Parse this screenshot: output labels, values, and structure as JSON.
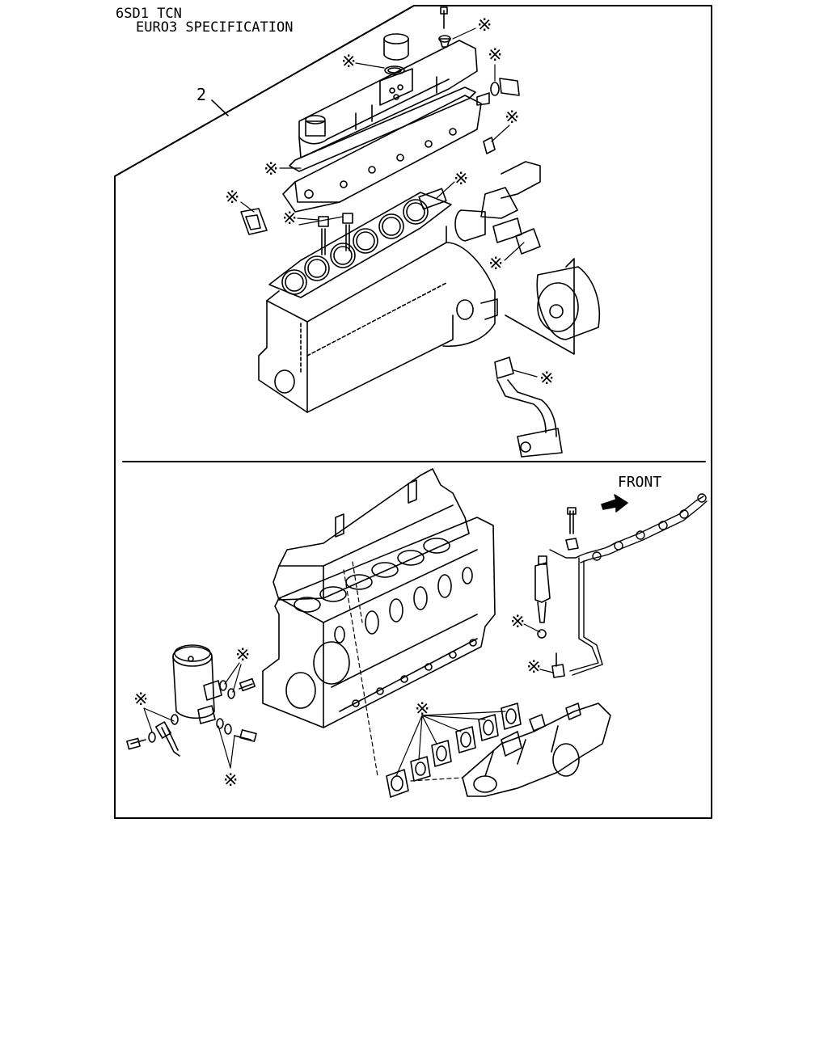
{
  "header": {
    "model": "6SD1 TCN",
    "spec": "EURO3 SPECIFICATION"
  },
  "callout": {
    "kit_number": "2",
    "mark": "※"
  },
  "labels": {
    "front": "FRONT"
  },
  "colors": {
    "ink": "#000000",
    "paper": "#ffffff"
  }
}
